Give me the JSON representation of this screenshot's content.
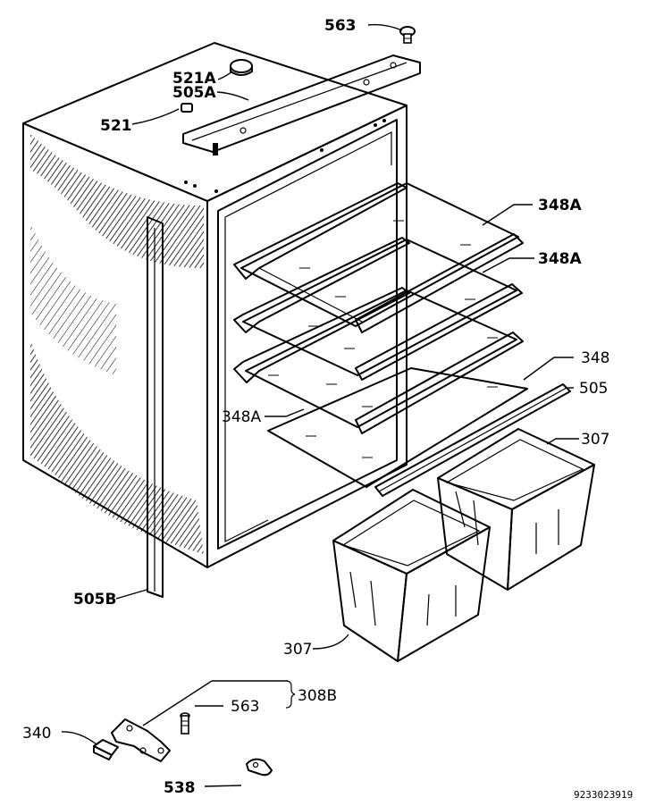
{
  "labels": {
    "p563_top": "563",
    "p521a": "521A",
    "p505a": "505A",
    "p521": "521",
    "p348a_1": "348A",
    "p348a_2": "348A",
    "p348": "348",
    "p505": "505",
    "p348a_3": "348A",
    "p307_right": "307",
    "p307_left": "307",
    "p505b": "505B",
    "p308b": "308B",
    "p563_bottom": "563",
    "p340": "340",
    "p538": "538"
  },
  "drawing_code": "9233023919"
}
